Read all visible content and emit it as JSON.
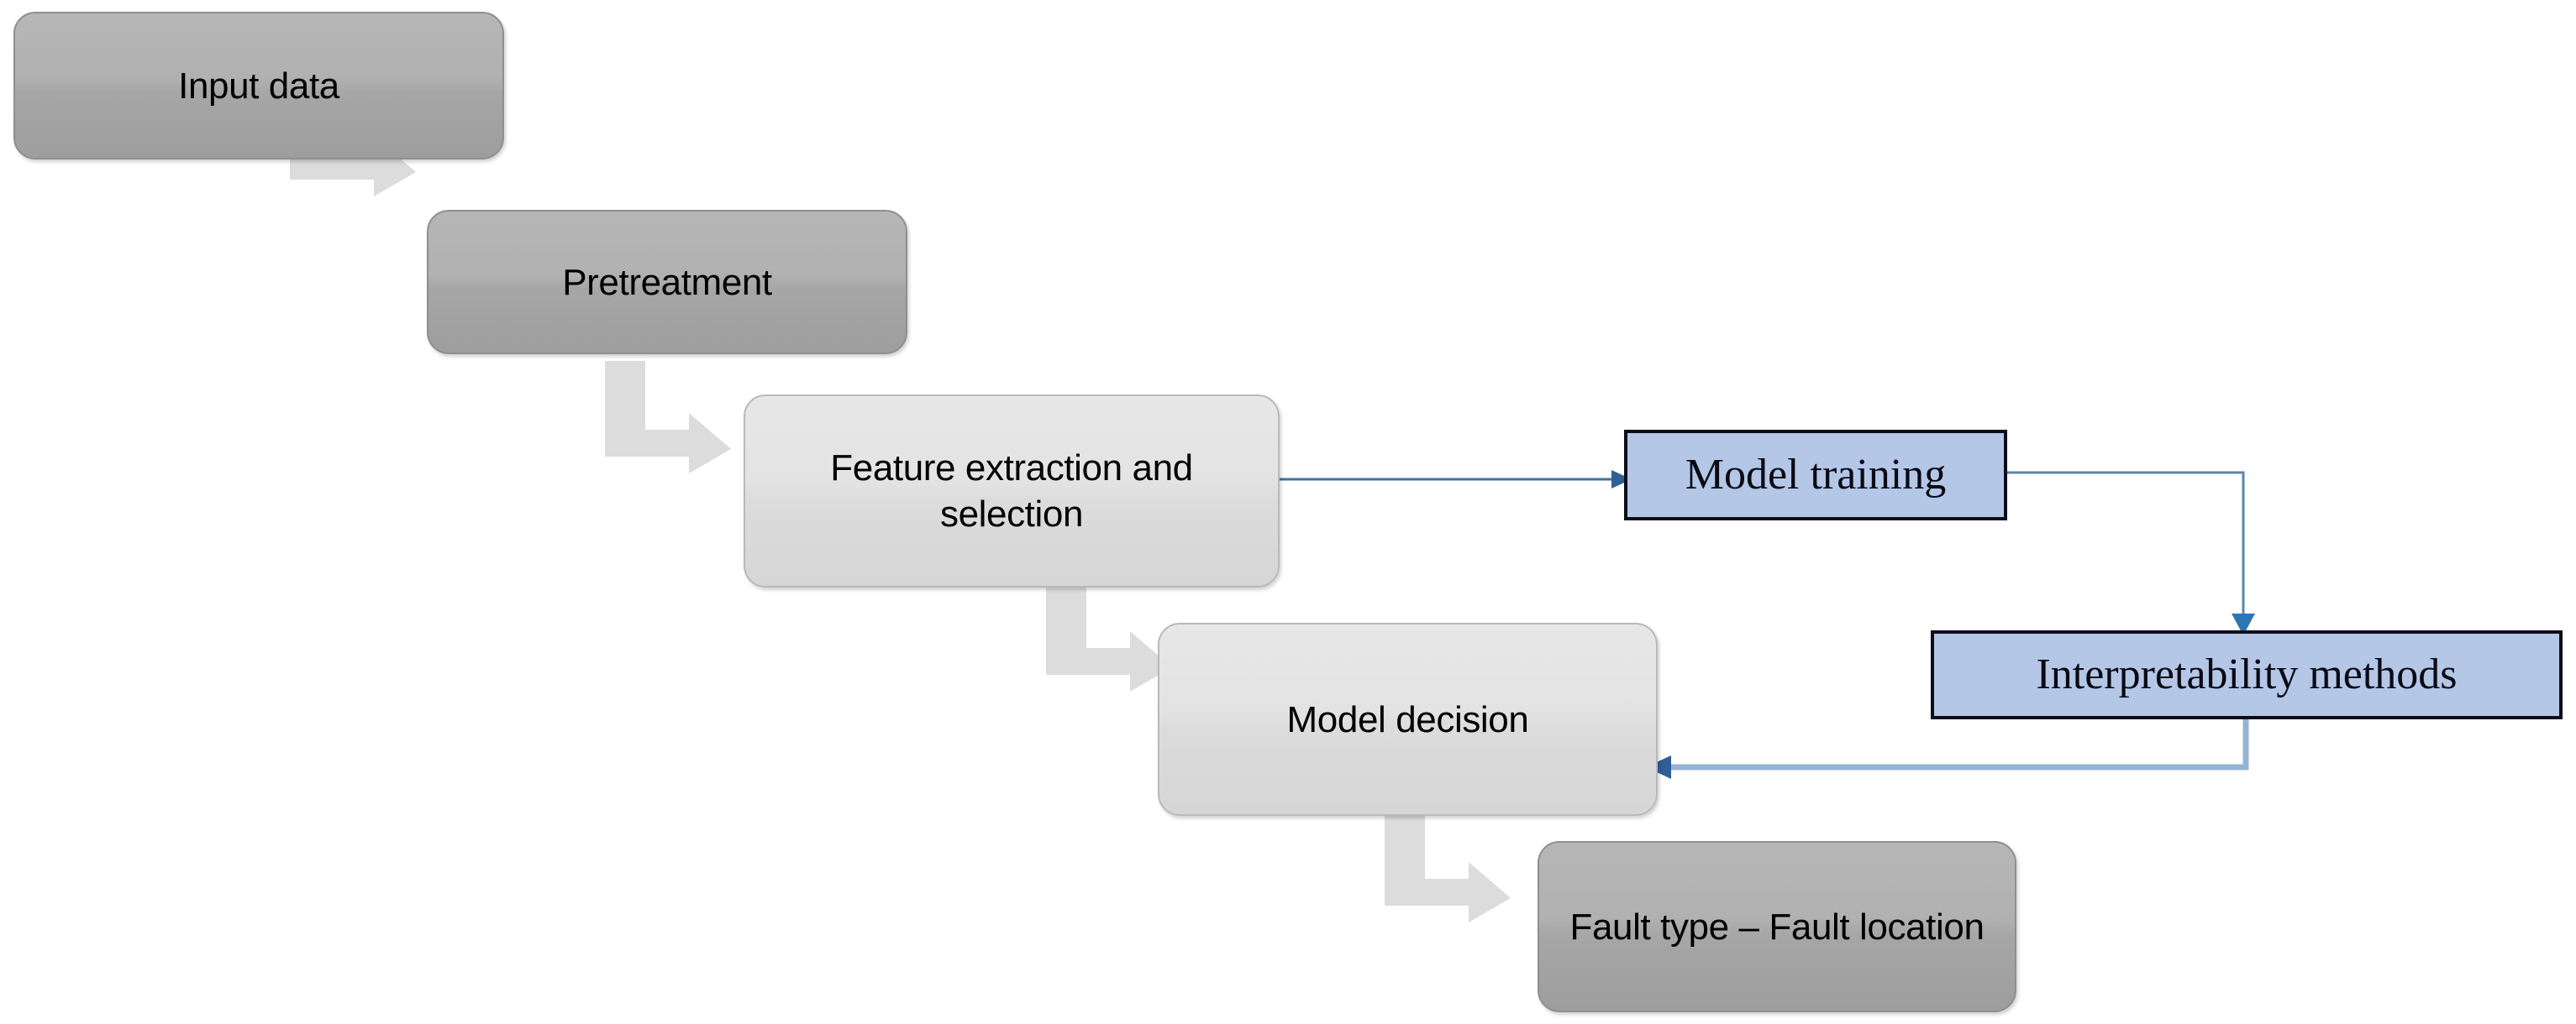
{
  "diagram": {
    "title": "Fault diagnosis pipeline flowchart",
    "colors": {
      "gray_box_dark": "#ababab",
      "gray_box_light": "#e0e0e0",
      "gray_box_border": "#9a9a9a",
      "blue_box_fill": "#b4c7e7",
      "blue_box_border": "#0d0d1a",
      "blue_connector": "#5b9bd5",
      "blue_connector_dark": "#41719c",
      "gray_arrow": "#d9d9d9",
      "text": "#000000",
      "background": "#ffffff"
    },
    "process_nodes": [
      {
        "id": "input-data",
        "label": "Input data",
        "shape": "rounded-rectangle",
        "fill": "dark"
      },
      {
        "id": "pretreatment",
        "label": "Pretreatment",
        "shape": "rounded-rectangle",
        "fill": "dark"
      },
      {
        "id": "feature-extraction",
        "label": "Feature extraction and selection",
        "shape": "rounded-rectangle",
        "fill": "light"
      },
      {
        "id": "model-decision",
        "label": "Model decision",
        "shape": "rounded-rectangle",
        "fill": "light"
      },
      {
        "id": "fault-output",
        "label": "Fault type – Fault location",
        "shape": "rounded-rectangle",
        "fill": "dark"
      }
    ],
    "interpretability_nodes": [
      {
        "id": "model-training",
        "label": "Model training",
        "shape": "rectangle",
        "fill": "blue"
      },
      {
        "id": "interpretability-methods",
        "label": "Interpretability methods",
        "shape": "rectangle",
        "fill": "blue"
      }
    ],
    "connectors": [
      {
        "id": "c1",
        "from": "input-data",
        "to": "pretreatment",
        "style": "gray-elbow",
        "direction": "down-right"
      },
      {
        "id": "c2",
        "from": "pretreatment",
        "to": "feature-extraction",
        "style": "gray-elbow",
        "direction": "down-right"
      },
      {
        "id": "c3",
        "from": "feature-extraction",
        "to": "model-decision",
        "style": "gray-elbow",
        "direction": "down-right"
      },
      {
        "id": "c4",
        "from": "model-decision",
        "to": "fault-output",
        "style": "gray-elbow",
        "direction": "down-right"
      },
      {
        "id": "c5",
        "from": "feature-extraction",
        "to": "model-training",
        "style": "blue-arrow",
        "direction": "right"
      },
      {
        "id": "c6",
        "from": "model-training",
        "to": "interpretability-methods",
        "style": "blue-arrow",
        "direction": "right-down"
      },
      {
        "id": "c7",
        "from": "interpretability-methods",
        "to": "model-decision",
        "style": "blue-arrow",
        "direction": "down-left"
      }
    ]
  }
}
